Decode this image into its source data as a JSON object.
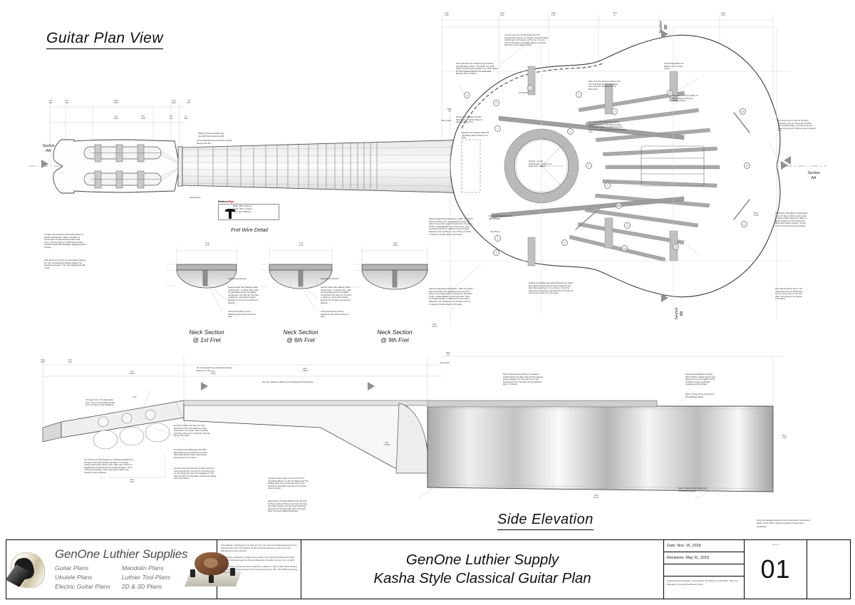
{
  "sheet": {
    "plan_view_title": "Guitar Plan View",
    "side_elevation_title": "Side Elevation",
    "fret_wire_caption": "Fret Wire Detail"
  },
  "fret_wire": {
    "heading_left": "Medium",
    "heading_sep": "/",
    "heading_right": "High",
    "rows": [
      "Width .095\" (2.41mm)",
      "Crown .045\" (1.14mm)",
      "Tang .023\" (1.80mm)"
    ]
  },
  "neck_sections": [
    {
      "line1": "Neck Section",
      "line2": "@ 1st Fret"
    },
    {
      "line1": "Neck Section",
      "line2": "@ 6th Fret"
    },
    {
      "line1": "Neck Section",
      "line2": "@ 9th Fret"
    }
  ],
  "section_marks": [
    {
      "id": "section-aa-left",
      "label": "Section\nAA"
    },
    {
      "id": "section-aa-right",
      "label": "Section\nAA"
    },
    {
      "id": "section-bb-top",
      "label": "Section\nBB"
    },
    {
      "id": "section-bb-bottom",
      "label": "Section\nBB"
    }
  ],
  "notes": {
    "headstock_hole_depth": "Depth Of Holes For Rollers Can\nVary With Tuning Machine MFR",
    "headstock_slot_drill": "Cut Slots Into Headstock After Drilling Holes For\nMachine Head Rollers. Make A Template To\nLocate Holes And Drill Precisely With A Drill\nPress. Cut String Ramps In With A Round Rasp\nand Final Shape With Sandpaper Wrapped Around\nA Dowel.",
    "headstock_string_spacing": "Note: Be Sure To Check The Actual Roller Spacing\nFor Your Tuning Machines Before Making The\nTemplate and Layout. They Vary Slightly From Mfr\nTo Mfr.",
    "string_ramps": "String Ramps",
    "neck_bone_top": "Pre-Constituated Ivory Or Excellent Quality\nBone For the Nut.",
    "dashed_cutaway": "Heavy Dashed Lines Indicate Single Cutaway\nUsed By Many Luthiers. This Allows The Guitar\nPlayer To Reach Approximately 3 To 4 Frets Higher\nOn The Fretboard Without The Guitar Body\nBlocking Their Left Hand.",
    "rosette_beyond": "Dashed Line Indicates Rosette\nReinforcement Extends Beyond\nRosette Approx 5mm",
    "rosette_inlay": "Rosette - Usually\nPrefabricated. You May Can\nMake Them Yourself",
    "butt_rosette": "Butt Rosette Reinforcing Into\nSide Of Brace",
    "tone_brace_1": "Tone Brace",
    "tone_brace_2": "Tone Brace",
    "dashed_cutaway_body": "Dashed Lines Indicate Outline Of\nNeck Block Where It Meets The\nBody",
    "top_thickness": "You Can Tune The Top By Making The Top\nProgressively Thinner As It Reaches The Guitar Edge\nAnd Remain Full Thickness At The Top. If You Do\nThis Do Not Reduce The Edges Below 2.2mm And\nMake The Center Slightly Thicker",
    "bridge_brace_width": "Center Bridge Brace On\n960mm Use For Scale\nLength",
    "transverse_brace": "Note: Arch This Transverse Brace Over\nThe Tone Brace So The Tone Brace\nRuns Through. See Detail On Top\nBrace Plan",
    "brace_key": "Brace Key Numbers, Refers To\nBrace Diagram Page For\nBracing Layouts",
    "center_joint_left": "The Center Joint Is One Of The Most\nImportant Joints On The Guitar For Both\nTop And Back Plates. Consider Using Our\nPlate Joining Jig For Hairline Joints In Record\nTime",
    "center_joint_right": "The Center Joint Is One Of The Most\nImportant Joints On The Guitar For Both\nTop And Back Plates. Consider Using Our\nPlate Joining Jig For Hairline Joints In Record\nTime",
    "butt_block": "Back Block or Butt Block. Vertical Grain\nCenter Or Spruce Minimum 20 Grains/\nIn. Some Luthiers Shave This Block or\nAngle It Away From The Top As This\nBlock Often Gives A Guitar A \"Thump\"\nIn The Top And Can Cause Cracking",
    "back_bracing_shown": "Note: Bracing Shown Here Is The\nActual Placement Of The Bracing\nOn The Interior Side Of The Top\nPlate. This Bracing Is Not Shown\nIn this Mode.",
    "optional_side_braces_upper": "Optional Independent Side Braces - Refer To Lutherie\nSection For More Info. Spread Evenly Around The\nSides Of The Guitar. Refer To Section For The Exact\nProfile. Usually Between 8 and 9 Are Used. These\nAre Shaped Similar To A Brace Out Of The Same\nMaterial As The Top Braces. Put In Place Just Prior\nTo Glueing The Back Plate To The Sides.",
    "optional_side_braces_lower": "Optional Independent Side Braces - Refer To Lutherie\nSection For More Info. Spread Evenly Around The\nSides Of The Guitar. Refer To Section For The Exact\nProfile. Usually Between 8 and 9 Are Used. These\nAre Shaped Similar To A Brace Out Of The Same\nMaterial As The Top Braces. Put In Place Just Prior\nTo Glueing The Back Plate To The Sides.",
    "kerfling": "Kerfling Lining Made From Either Basswood Or Cedar.\nMany Spanish Classicals Use Solid Kerfing For The\nBack Plate Attachment. If You Choose To Do That\nMake Sure The Kerfing Is Pre-Bent Prior To Gluing. Do\nNot Introduce Stress Into The Guitar.",
    "ebony_fretboard_1": "Solid Ebony Fretboard",
    "ebony_fretboard_2": "Solid Ebony Fretboard",
    "spanish_neck_1": "Spanish Cedar Neck Material. Select\nVertical Grain - As Shown Here. Split\nThe Neck Blank Down The Middle\nAnd Reverse The Grain So The Grain\nIs Opposed - Gives Much Greater\nStrength To Your Neck And Prevents\nWarping",
    "spanish_neck_2": "Spanish Cedar Neck Material. Select\nVertical Grain - As Shown Here. Split\nThe Neck Blank Down The Middle\nAnd Reverse The Grain So The Grain\nIs Opposed - Gives Much Greater\nStrength To Your Neck And Prevents\nWarping",
    "ebony_strip_1": "Vertical Grain Ebony Center\nReinforcing Strip Down Center Of\nNeck",
    "ebony_strip_2": "Vertical Grain Ebony Center\nReinforcing Strip Down Center Of\nNeck",
    "nut_bone_side": "Pre-Constituated Ivory Or Excellent Quality\nBone For the Nut.",
    "fret_spacing_chart": "Per Fret Spacing. Refer To Fret Spacing Chart Below",
    "headstock_angle": "This Light Like Is The Neck Splice\nJoint. There Is A 8.13 Degree Angle\nFrom The Neck To The Headstock",
    "headstock_angle_value": "8.13°",
    "tuner_holes": "Drill These Holes Only After You Have\nPurchased Your Tuning Machines. Make\nHoles About 1mm Larger Than The Roller.\nDrill These Holes First To Minimize Tear-Out\nOf The Tuner Slots.",
    "mahogany_neck": "#1 Quality Cuban Mahogany Neck With\nEbony Reinforcement Strip Down Center\n(See Detail Above). Select Only Vertical\nGrain Wood For Your Neck.",
    "quick_neck": "For Quick Neck Construction Consider Using Our\nNeck Assembly Jig. You Can Cut Your Scarf Joint\nFor The Head Joint, Glue The Headpiece To The\nNeck and Glue The Heel Block Quickly And Nothing\nSlips Out Of Place",
    "head_trim": "The Top Trim For The Headstock Is Traditionally Made From\nThe Same Wood As The Back And Sides. It Is Usually\nLeftover Stock And Is About 2-3mm Thick. Glue Veneer Or\nMaple/Ebony Veneer Beneath For Additional Detail - This Is\nA Personal Preference. Glue These Pieces Before Any\nHeadstock Work Is Started.",
    "laminate_collar": "Laminate Cuban Cedar Left Overs From The\nNeck Blank (Before You Rip The Blank Down The\nMiddle). Make Sure To Glue Enough For The\nContinuous Neck Block And Foot At The Guitar\nInterior As Well.",
    "extend_back": "Either Extend The Back Material Over The Heel\nOr Place A Piece Of Ebony Trim Over The Neck\nHeel. Both Practices Are Used And Traditional.\nExtension Of The Back Plate Over The Heads\nGives The Guitar Additional Strength.",
    "classical_bridge": "Classical Guitar Bridge Complete\nWith Tie Block, Saddle Channel And\nEither Bone Or Ivory Saddle. Center\nOn 660mm Scale Length Both\nVertically and Horizontally.",
    "purfling_top": "Refer To Sheet #3 For Purfling And\nWood Binding Details",
    "purfling_bottom": "Refer To Sheet #3 For Purfling And\nWood Binding Details",
    "spanish_built": "Many Classical Guitars Built In The Spanish\nTradition Shank The Base Side Of The Fretboard\nDown Gradually From The 12th Fret To The\nSoundhole To Give The Bass Strings Additional\nRoom To Vibrate.",
    "section_top_left": "Section\nAA"
  },
  "dimensions": {
    "plan_top": [
      "60.3\n2 3/8\"",
      "120.6\n4 3/4\"",
      "119.8\n4 3/4\"",
      "127.5\n5\"",
      "164.3\n6 1/2\""
    ],
    "headstock": [
      "5.8\n7/32\"",
      "21.7\n7/8\"",
      "128.8\n5 1/16\"",
      "20.6\n13/16\"",
      "4.8\n3/16\"",
      "20.1\n13/16\"",
      "85.7\n3 3/8\"",
      "12.7\n1/2\"",
      "5.1\n3/16\""
    ],
    "scale_length": "660.4\n26\"",
    "overall_length": "494.4\n19 1/2\"",
    "body_width": "365.0\n14 3/8\"",
    "neck_section_widths": [
      "54.5\n2 1/8\"",
      "57.2\n2 1/4\"",
      "59.3\n2 5/16\""
    ],
    "side_elev": [
      "104.8\n4 1/8\"",
      "54.9\n2 1/8\"",
      "74.9\n2 15/16\"",
      "40.0\n1 9/16\"",
      "103.2\n4 1/16\"",
      "660.4\n26\"",
      "96.7\n3 13/16\"",
      "100.0\n3 15/16\"",
      "494.4\n19 1/2\""
    ],
    "scale_label": "Scale Length",
    "neck_length_label": "Neck Length"
  },
  "title_block": {
    "logo_name": "GenOne Luthier Supplies",
    "logo_services": [
      "Guitar Plans",
      "Ukulele Plans",
      "Electric Guitar Plans",
      "Mandolin Plans",
      "Luthier Tool Plans",
      "2D & 3D Plans"
    ],
    "copyright": [
      "This Drawing or Drawings Are To Used For One Use Only And Not Reproduced For Any Other Purpose Then Construction Of This Particular Instrument, and a One Time Reproduction Only is Allowed",
      "Reproduction, Distribution or Sales For Any Other Use Is Strictly Prohibited And Falls Under U.S Copyright Laws For David VerBurg A/K & GenOne Services, Inc.  (c) 2018",
      "This Sheet Size Is Metric A0 Size Overall Size is 1189mm x 841mm With 15mm Borders On All Sides. For USA Customers Print On Architectural \"E\" (36\" x 48\") Without Resizing For 1:1 Printout"
    ],
    "main_title_line1": "GenOne Luthier Supply",
    "main_title_line2": "Kasha Style Classical Guitar Plan",
    "date_label": "Date: Nov. 15, 2018",
    "revisions_label": "Revisions: May 31, 2019",
    "scale_note": "Unless Noted Otherwise, These Plans Are Drawn In Full Scale. They Are Labeled in mm and Fractional Inches",
    "sheet_number": "01",
    "sheet_version": "Version 2",
    "handbook_note": "Note For Detailed Guitar & Uke Construction Instructions\nRefer To Our Book \"Guitar & Ukulele Construction\nHandbook"
  },
  "brace_callouts": [
    "A",
    "B",
    "C",
    "D",
    "E",
    "F",
    "G",
    "H",
    "J",
    "K",
    "L",
    "M",
    "N",
    "P",
    "R",
    "S",
    "T",
    "U",
    "V",
    "W"
  ],
  "colors": {
    "paper": "#ffffff",
    "line_light": "#c7c7c7",
    "line_mid": "#9a9a9a",
    "line_dark": "#3d3d3d",
    "accent_red": "#cc1111",
    "brace_fill": "#a9a9a9",
    "rosette_fill": "#b8b8b8"
  }
}
